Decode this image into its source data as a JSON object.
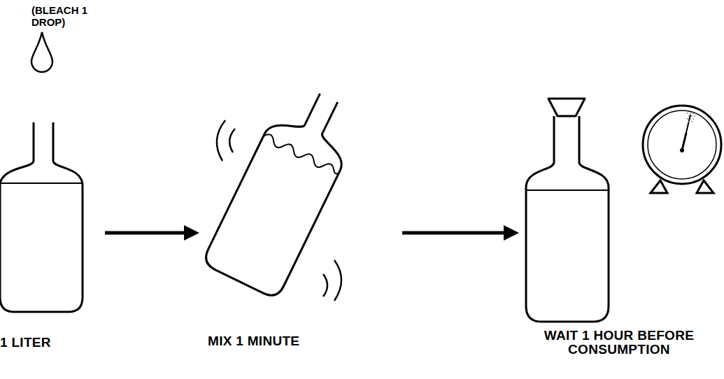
{
  "diagram": {
    "nodes": [
      {
        "text": [
          "1 LITER"
        ]
      },
      {
        "text": [
          "MIX 1 MINUTE"
        ]
      },
      {
        "text": [
          "WAIT 1 HOUR BEFORE CONSUMPTION"
        ]
      }
    ],
    "edges": [
      {
        "from": 0,
        "to": 1,
        "arrow": "to"
      },
      {
        "from": 1,
        "to": 2,
        "arrow": "to"
      }
    ],
    "labels": [
      "(BLEACH 1 DROP)"
    ]
  }
}
